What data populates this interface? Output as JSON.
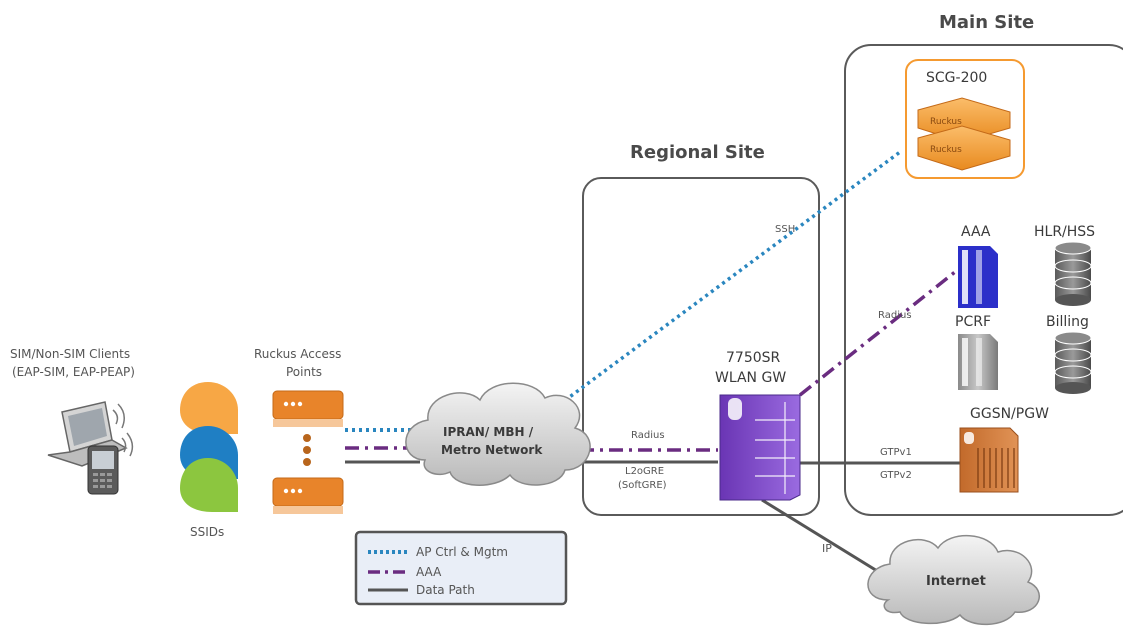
{
  "sites": {
    "main": "Main Site",
    "regional": "Regional Site"
  },
  "devices": {
    "scg": "SCG-200",
    "aaa": "AAA",
    "hlr": "HLR/HSS",
    "pcrf": "PCRF",
    "billing": "Billing",
    "ggsn": "GGSN/PGW",
    "gw_line1": "7750SR",
    "gw_line2": "WLAN GW",
    "brand_top": "Ruckus",
    "brand_bottom": "Ruckus"
  },
  "clients": {
    "line1": "SIM/Non-SIM Clients",
    "line2": "(EAP-SIM, EAP-PEAP)"
  },
  "access_points": {
    "line1": "Ruckus Access",
    "line2": "Points"
  },
  "ssids": "SSIDs",
  "clouds": {
    "ipran_line1": "IPRAN/ MBH /",
    "ipran_line2": "Metro Network",
    "internet": "Internet"
  },
  "links": {
    "ssh": "SSH",
    "radius_main": "Radius",
    "radius_regional": "Radius",
    "l2ogre": "L2oGRE",
    "softgre": "(SoftGRE)",
    "gtpv1": "GTPv1",
    "gtpv2": "GTPv2",
    "ip": "IP"
  },
  "legend": {
    "ap_ctrl": "AP Ctrl & Mgtm",
    "aaa": "AAA",
    "data_path": "Data Path"
  },
  "colors": {
    "ctrl": "#2a86bf",
    "aaa": "#6a2c80",
    "data": "#555555",
    "orange": "#f59a30",
    "purple": "#7a45c2",
    "aaa_blue": "#2b2fc9",
    "blue_ssid": "#1f7fc4",
    "green_ssid": "#8cc63f",
    "orange_ssid": "#f7a745"
  }
}
